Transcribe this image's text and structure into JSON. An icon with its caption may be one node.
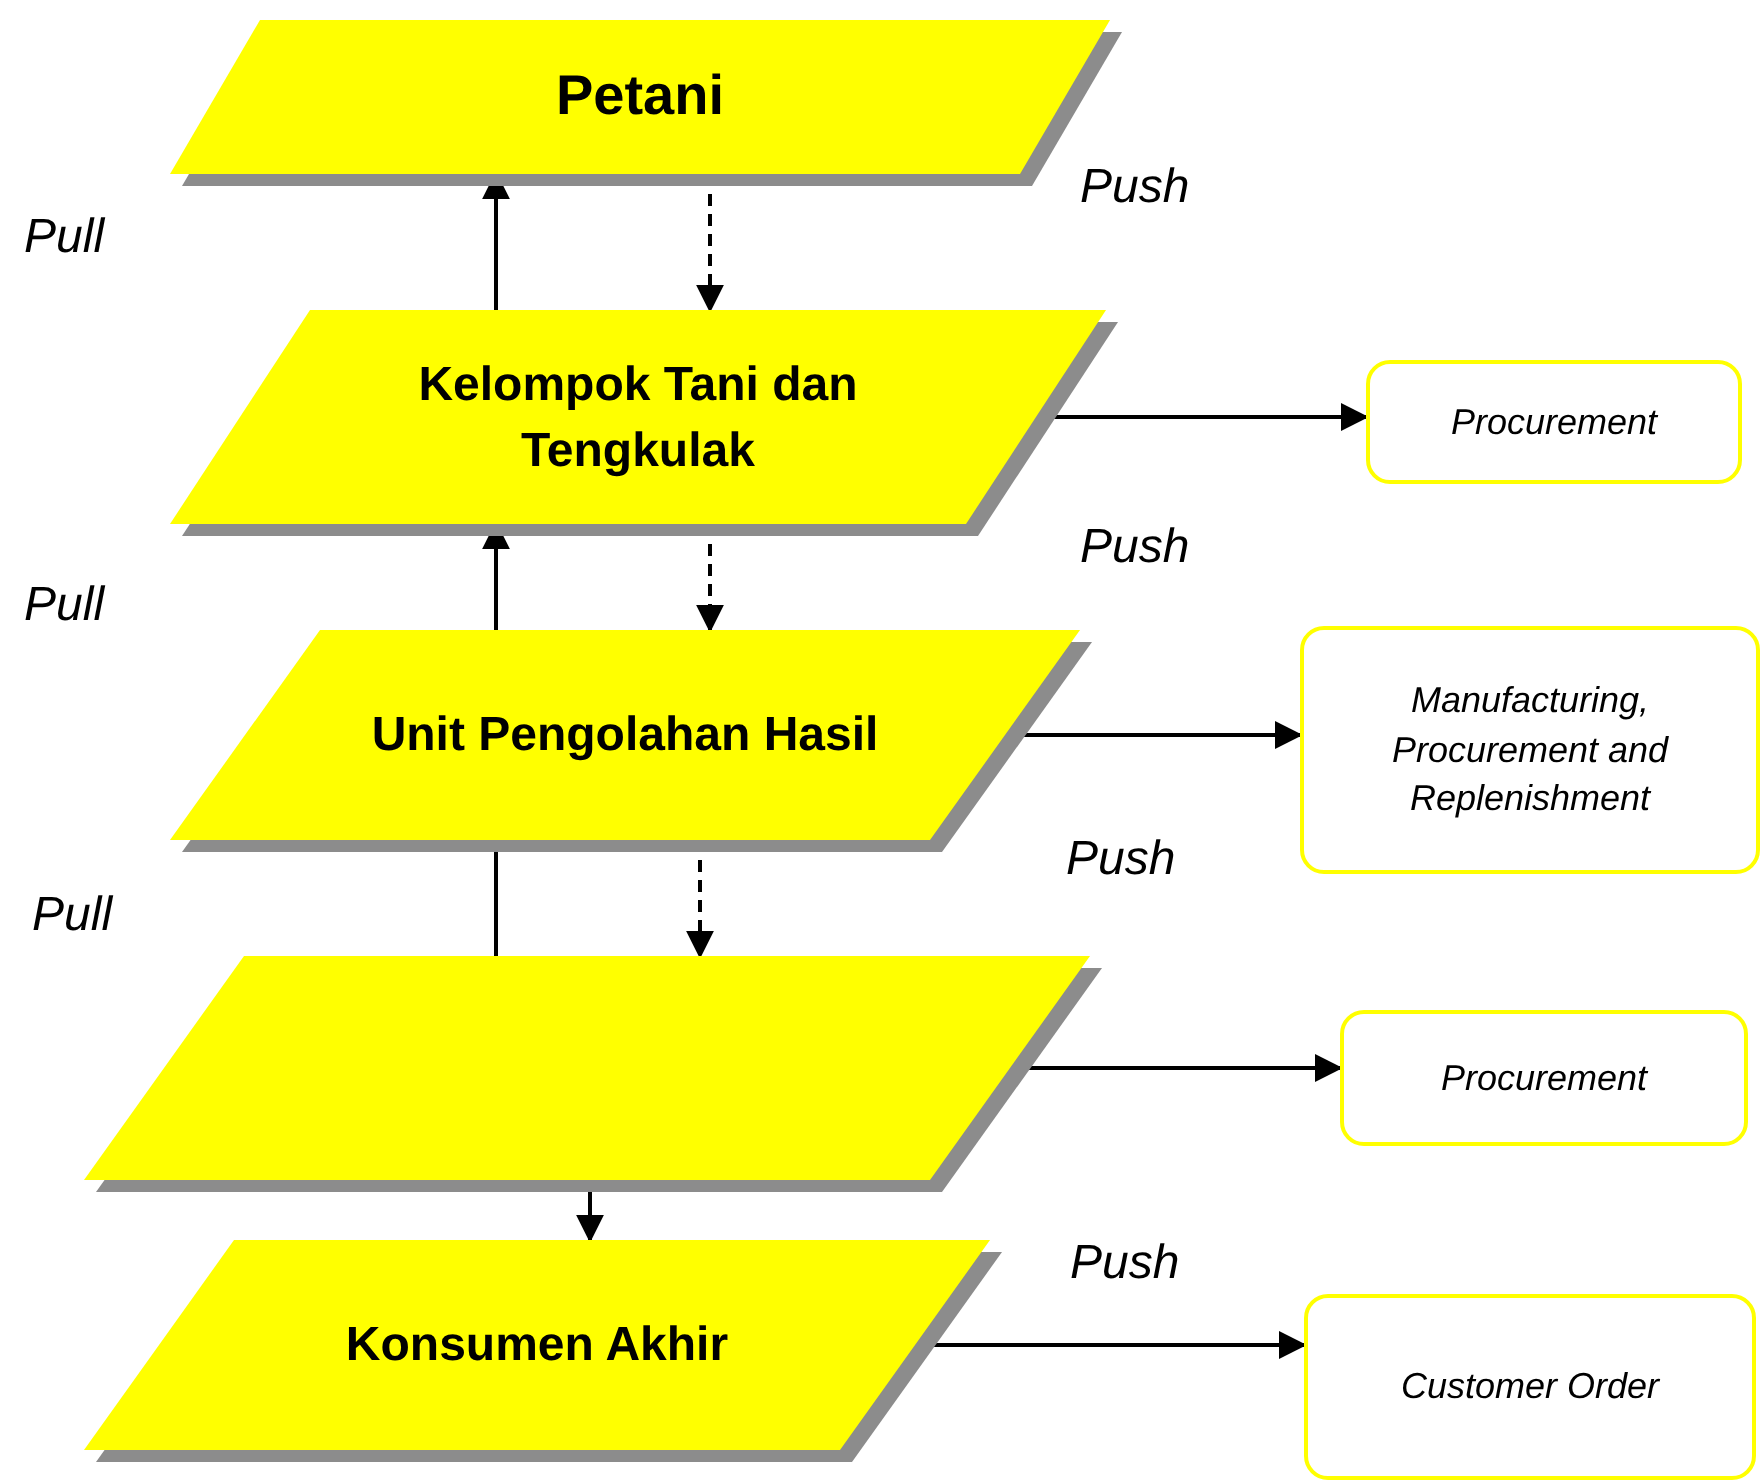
{
  "diagram": {
    "nodes": [
      {
        "text": [
          "Petani"
        ]
      },
      {
        "text": [
          "Kelompok Tani dan Tengkulak"
        ]
      },
      {
        "text": [
          "Unit Pengolahan Hasil"
        ]
      },
      {
        "text": [],
        "shape": "parallelogram"
      },
      {
        "text": [
          "Konsumen Akhir"
        ]
      },
      {
        "text": [
          "Procurement"
        ]
      },
      {
        "text": [
          "Manufacturing, Procurement and Replenishment"
        ]
      },
      {
        "text": [
          "Procurement"
        ]
      },
      {
        "text": [
          "Customer Order"
        ]
      }
    ],
    "edges": [
      {
        "from": 1,
        "to": 0,
        "arrow": "to"
      },
      {
        "from": 0,
        "to": 1,
        "arrow": "to",
        "style": "dashed"
      },
      {
        "from": 2,
        "to": 1,
        "arrow": "to"
      },
      {
        "from": 1,
        "to": 2,
        "arrow": "to",
        "style": "dashed"
      },
      {
        "from": 3,
        "to": 2,
        "arrow": "none"
      },
      {
        "from": 2,
        "to": 3,
        "arrow": "to",
        "style": "dashed"
      },
      {
        "from": 3,
        "to": 4,
        "arrow": "to"
      },
      {
        "from": 1,
        "to": 5,
        "arrow": "to"
      },
      {
        "from": 2,
        "to": 6,
        "arrow": "to"
      },
      {
        "from": 3,
        "to": 7,
        "arrow": "to"
      },
      {
        "from": 4,
        "to": 8,
        "arrow": "to"
      }
    ],
    "labels": [
      "Push",
      "Pull",
      "Push",
      "Pull",
      "Push",
      "Pull",
      "Push"
    ]
  }
}
